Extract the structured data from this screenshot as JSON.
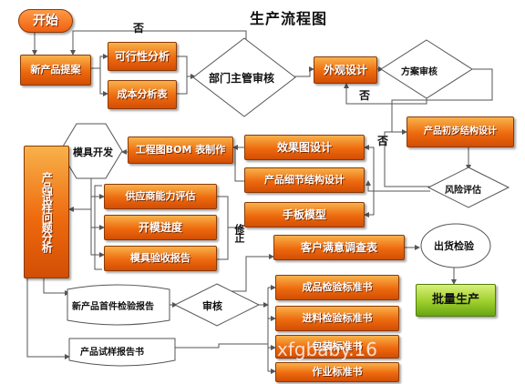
{
  "title": "生产流程图",
  "watermark": "xfgbaby.16",
  "colors": {
    "orange": "#ee6a0e",
    "green": "#9dcf2a",
    "line": "#555555"
  },
  "nodes": {
    "start": "开始",
    "new_product": "新产品提案",
    "feasibility": "可行性分析",
    "cost": "成本分析表",
    "dept_review": "部门主管审核",
    "appearance": "外观设计",
    "plan_review": "方案审核",
    "initial_structure": "产品初步结构设计",
    "risk_eval": "风险评估",
    "effect_design": "效果图设计",
    "detail_structure": "产品细节结构设计",
    "hand_model": "手板模型",
    "bom": "工程图BOM 表制作",
    "mold_dev": "模具开发",
    "supplier": "供应商能力评估",
    "mold_progress": "开模进度",
    "mold_acceptance": "模具验收报告",
    "trial_issue": "产品试样问题分析",
    "correction": "修正",
    "satisfaction": "客户满意调查表",
    "shipment": "出货检验",
    "mass_production": "批量生产",
    "first_article": "新产品首件检验报告",
    "review": "审核",
    "finished_std": "成品检验标准书",
    "incoming_std": "进料检验标准书",
    "packing_std": "包装标准书",
    "work_std": "作业标准书",
    "trial_report": "产品试样报告书"
  },
  "labels": {
    "no1": "否",
    "no2": "否",
    "no3": "否"
  }
}
